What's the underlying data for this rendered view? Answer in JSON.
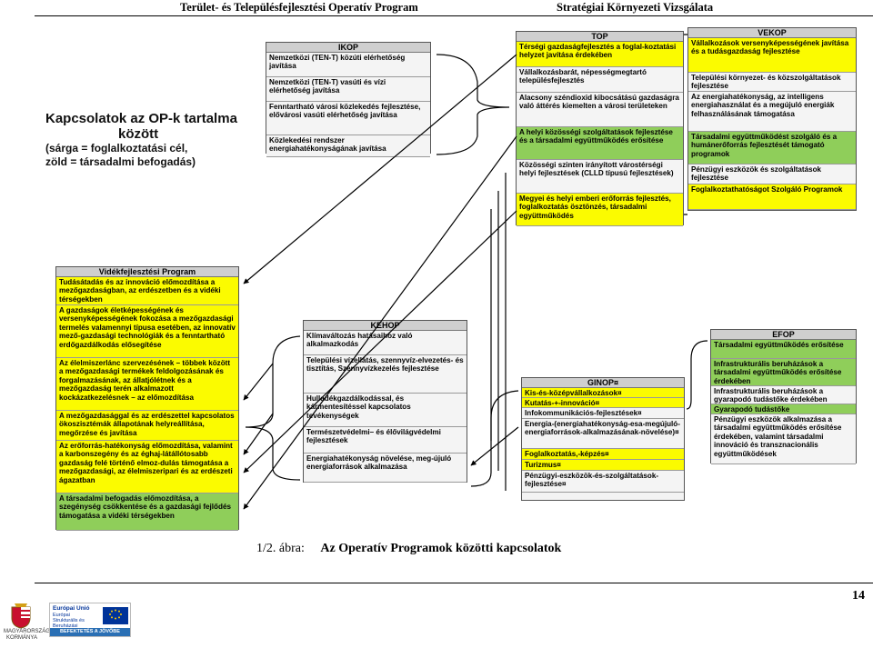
{
  "header": {
    "left": "Terület- és Településfejlesztési Operatív Program",
    "right": "Stratégiai Környezeti Vizsgálata"
  },
  "figure": {
    "title_lines": [
      "Kapcsolatok az OP-k tartalma",
      "között",
      "(sárga = foglalkoztatási cél,",
      "zöld = társadalmi befogadás)"
    ],
    "ikop": {
      "title": "IKOP",
      "items": [
        {
          "text": "Nemzetközi (TEN-T) közúti elérhetőség javítása",
          "color": "w"
        },
        {
          "text": "Nemzetközi (TEN-T) vasúti és vízi elérhetőség javítása",
          "color": "w"
        },
        {
          "text": "Fenntartható városi közlekedés fejlesztése, elővárosi vasúti elérhetőség javítása",
          "color": "w"
        },
        {
          "text": "Közlekedési rendszer energiahatékonyságának javítása",
          "color": "w"
        }
      ]
    },
    "top": {
      "title": "TOP",
      "items": [
        {
          "text": "Térségi gazdaságfejlesztés a foglal-koztatási helyzet javítása érdekében",
          "color": "y"
        },
        {
          "text": "Vállalkozásbarát, népességmegtartó településfejlesztés",
          "color": "w"
        },
        {
          "text": "Alacsony széndioxid kibocsátású gazdaságra való áttérés kiemelten a városi területeken",
          "color": "w"
        },
        {
          "text": "A helyi közösségi szolgáltatások fejlesztése és a társadalmi együttműködés erősítése",
          "color": "g"
        },
        {
          "text": "Közösségi szinten irányított várostérségi helyi fejlesztések (CLLD típusú fejlesztések)",
          "color": "w"
        },
        {
          "text": "Megyei és helyi emberi erőforrás fejlesztés, foglalkoztatás ösztönzés, társadalmi együttműködés",
          "color": "y"
        }
      ]
    },
    "vekop": {
      "title": "VEKOP",
      "items": [
        {
          "text": "Vállalkozások versenyképességének javítása és a tudásgazdaság fejlesztése",
          "color": "y"
        },
        {
          "text": "Települési környezet- és közszolgáltatások fejlesztése",
          "color": "w"
        },
        {
          "text": "Az energiahatékonyság, az intelligens energiahasználat és a megújuló energiák felhasználásának támogatása",
          "color": "w"
        },
        {
          "text": "Társadalmi együttműködést szolgáló és a humánerőforrás fejlesztését támogató programok",
          "color": "g"
        },
        {
          "text": "Pénzügyi eszközök és szolgáltatások fejlesztése",
          "color": "w"
        },
        {
          "text": "Foglalkoztathatóságot Szolgáló Programok",
          "color": "y"
        }
      ]
    },
    "vp": {
      "title": "Vidékfejlesztési Program",
      "items": [
        {
          "text": "Tudásátadás és az innováció előmozdítása a mezőgazdaságban, az erdészetben és a vidéki térségekben",
          "color": "y"
        },
        {
          "text": "A gazdaságok életképességének és versenyképességének fokozása a mezőgazdasági termelés valamennyi típusa esetében, az innovatív mező-gazdasági technológiák és a fenntartható erdőgazdálkodás elősegítése",
          "color": "y"
        },
        {
          "text": "Az élelmiszerlánc szervezésének – többek között a mezőgazdasági termékek feldolgozásának és forgalmazásának, az állatjólétnek és a mezőgazdaság terén alkalmazott kockázatkezelésnek – az előmozdítása",
          "color": "y"
        },
        {
          "text": "A mezőgazdasággal és az erdészettel kapcsolatos ökoszisztémák állapotának helyreállítása, megőrzése és javítása",
          "color": "y"
        },
        {
          "text": "Az erőforrás-hatékonyság előmozdítása, valamint a karbonszegény és az éghaj-látállótosabb gazdaság felé történő elmoz-dulás támogatása a mezőgazdasági, az élelmiszeripari és az erdészeti ágazatban",
          "color": "y"
        },
        {
          "text": "A társadalmi befogadás előmozdítása, a szegénység csökkentése és a gazdasági fejlődés támogatása a vidéki térségekben",
          "color": "g"
        }
      ]
    },
    "kehop": {
      "title": "KEHOP",
      "items": [
        {
          "text": "Klímaváltozás hatásaihoz való alkalmazkodás",
          "color": "w"
        },
        {
          "text": "Települési vízellátás, szennyvíz-elvezetés- és tisztítás, Szennyvízkezelés fejlesztése",
          "color": "w"
        },
        {
          "text": "Hulladékgazdálkodással, és kármentesítéssel kapcsolatos tevékenységek",
          "color": "w"
        },
        {
          "text": "Természetvédelmi– és élővilágvédelmi fejlesztések",
          "color": "w"
        },
        {
          "text": "Energiahatékonyság növelése, meg-újuló energiaforrások alkalmazása",
          "color": "w"
        }
      ]
    },
    "ginop": {
      "title": "GINOP¤",
      "items": [
        {
          "text": "Kis-és-középvállalkozások¤",
          "color": "y"
        },
        {
          "text": "Kutatás-+-innováció¤",
          "color": "y"
        },
        {
          "text": "Infokommunikációs-fejlesztések¤",
          "color": "w"
        },
        {
          "text": "Energia-(energiahatékonyság-esa-megújuló-energiaforrások-alkalmazásának-növelése)¤",
          "color": "w"
        },
        {
          "text": "Foglalkoztatás,-képzés¤",
          "color": "y"
        },
        {
          "text": "Turizmus¤",
          "color": "y"
        },
        {
          "text": "Pénzügyi-eszközök-és-szolgáltatások-fejlesztése¤",
          "color": "w"
        }
      ]
    },
    "efop": {
      "title": "EFOP",
      "items": [
        {
          "text": "Társadalmi együttműködés erősítése",
          "color": "g"
        },
        {
          "text": "Infrastrukturális beruházások a társadalmi együttműködés erősítése érdekében",
          "color": "g"
        },
        {
          "text": "Infrastrukturális beruházások a gyarapodó tudástőke érdekében",
          "color": "w"
        },
        {
          "text": "Gyarapodó tudástőke",
          "color": "g"
        },
        {
          "text": "Pénzügyi eszközök alkalmazása a társadalmi együttműködés erősítése érdekében, valamint társadalmi innováció és transznacionális együttműködések",
          "color": "w"
        }
      ]
    }
  },
  "caption": {
    "number": "1/2. ábra:",
    "title": "Az Operatív Programok közötti kapcsolatok"
  },
  "footer": {
    "page_number": "14",
    "gov_label": "MAGYARORSZÁG KORMÁNYA",
    "eu_title": "Európai Unió",
    "eu_sub": "Európai Strukturális és Beruházási Alapok",
    "eu_band": "BEFEKTETÉS A JÖVŐBE"
  },
  "colors": {
    "yellow": "#fbfb00",
    "green": "#8fce5a",
    "grey": "#f3f3f3"
  }
}
